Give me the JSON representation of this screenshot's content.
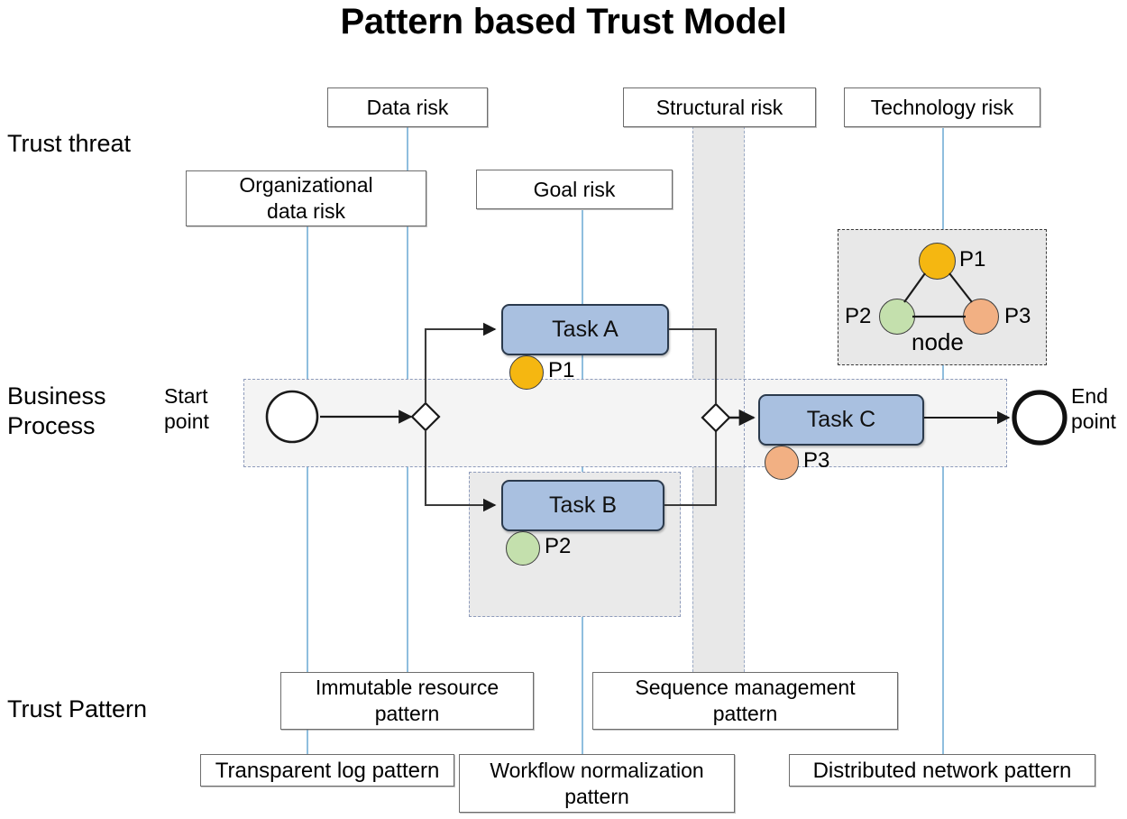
{
  "title": "Pattern based Trust Model",
  "rows": {
    "trust_threat": "Trust threat",
    "business_process": "Business\nProcess",
    "trust_pattern": "Trust Pattern"
  },
  "threat_boxes": [
    {
      "name": "data-risk",
      "label": "Data risk"
    },
    {
      "name": "structural-risk",
      "label": "Structural risk"
    },
    {
      "name": "technology-risk",
      "label": "Technology risk"
    },
    {
      "name": "organizational-data-risk",
      "label": "Organizational\ndata risk"
    },
    {
      "name": "goal-risk",
      "label": "Goal risk"
    }
  ],
  "pattern_boxes": [
    {
      "name": "immutable-resource-pattern",
      "label": "Immutable resource\npattern"
    },
    {
      "name": "sequence-management-pattern",
      "label": "Sequence management\npattern"
    },
    {
      "name": "transparent-log-pattern",
      "label": "Transparent log pattern"
    },
    {
      "name": "workflow-normalization-pattern",
      "label": "Workflow normalization\npattern"
    },
    {
      "name": "distributed-network-pattern",
      "label": "Distributed network pattern"
    }
  ],
  "process": {
    "start_label": "Start\npoint",
    "end_label": "End\npoint",
    "tasks": [
      {
        "name": "task-a",
        "label": "Task A",
        "pattern": "P1"
      },
      {
        "name": "task-b",
        "label": "Task B",
        "pattern": "P2"
      },
      {
        "name": "task-c",
        "label": "Task C",
        "pattern": "P3"
      }
    ]
  },
  "node_group": {
    "caption": "node",
    "nodes": [
      {
        "name": "node-p1",
        "label": "P1"
      },
      {
        "name": "node-p2",
        "label": "P2"
      },
      {
        "name": "node-p3",
        "label": "P3"
      }
    ]
  },
  "colors": {
    "p1": "#f5b711",
    "p2": "#c4e0ad",
    "p3": "#f2b083",
    "task_fill": "#a9c0e0",
    "connector": "#8fbede",
    "band": "#e8e8e8",
    "dashed": "#8e9bbb"
  }
}
